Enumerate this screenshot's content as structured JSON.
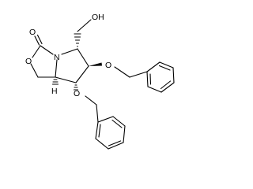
{
  "molecule": {
    "labels": {
      "carbonyl_o": "O",
      "ring_o": "O",
      "nitrogen": "N",
      "hydroxyl": "OH",
      "hydrogen": "H",
      "ether_o_1": "O",
      "ether_o_2": "O"
    }
  },
  "colors": {
    "bond": "#000000",
    "background": "#ffffff"
  }
}
